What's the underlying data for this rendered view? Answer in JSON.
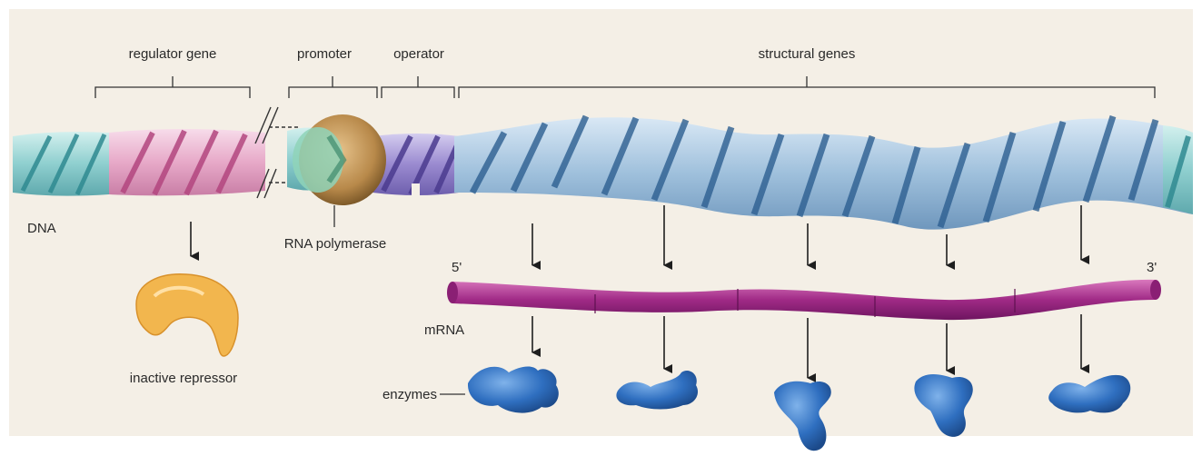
{
  "labels": {
    "regulator_gene": "regulator gene",
    "promoter": "promoter",
    "operator": "operator",
    "structural_genes": "structural genes",
    "dna": "DNA",
    "rna_polymerase": "RNA polymerase",
    "five_prime": "5'",
    "three_prime": "3'",
    "mrna": "mRNA",
    "enzymes": "enzymes",
    "inactive_repressor": "inactive repressor"
  },
  "colors": {
    "background": "#f4efe6",
    "dna_blue": "#9fc0dc",
    "dna_teal": "#8fcfcf",
    "regulator_pink": "#e7a9c8",
    "operator_purple": "#9a8ad0",
    "polymerase": "#b8894a",
    "mrna": "#a02a86",
    "enzyme": "#2f6fc0",
    "repressor": "#f2b64e"
  }
}
